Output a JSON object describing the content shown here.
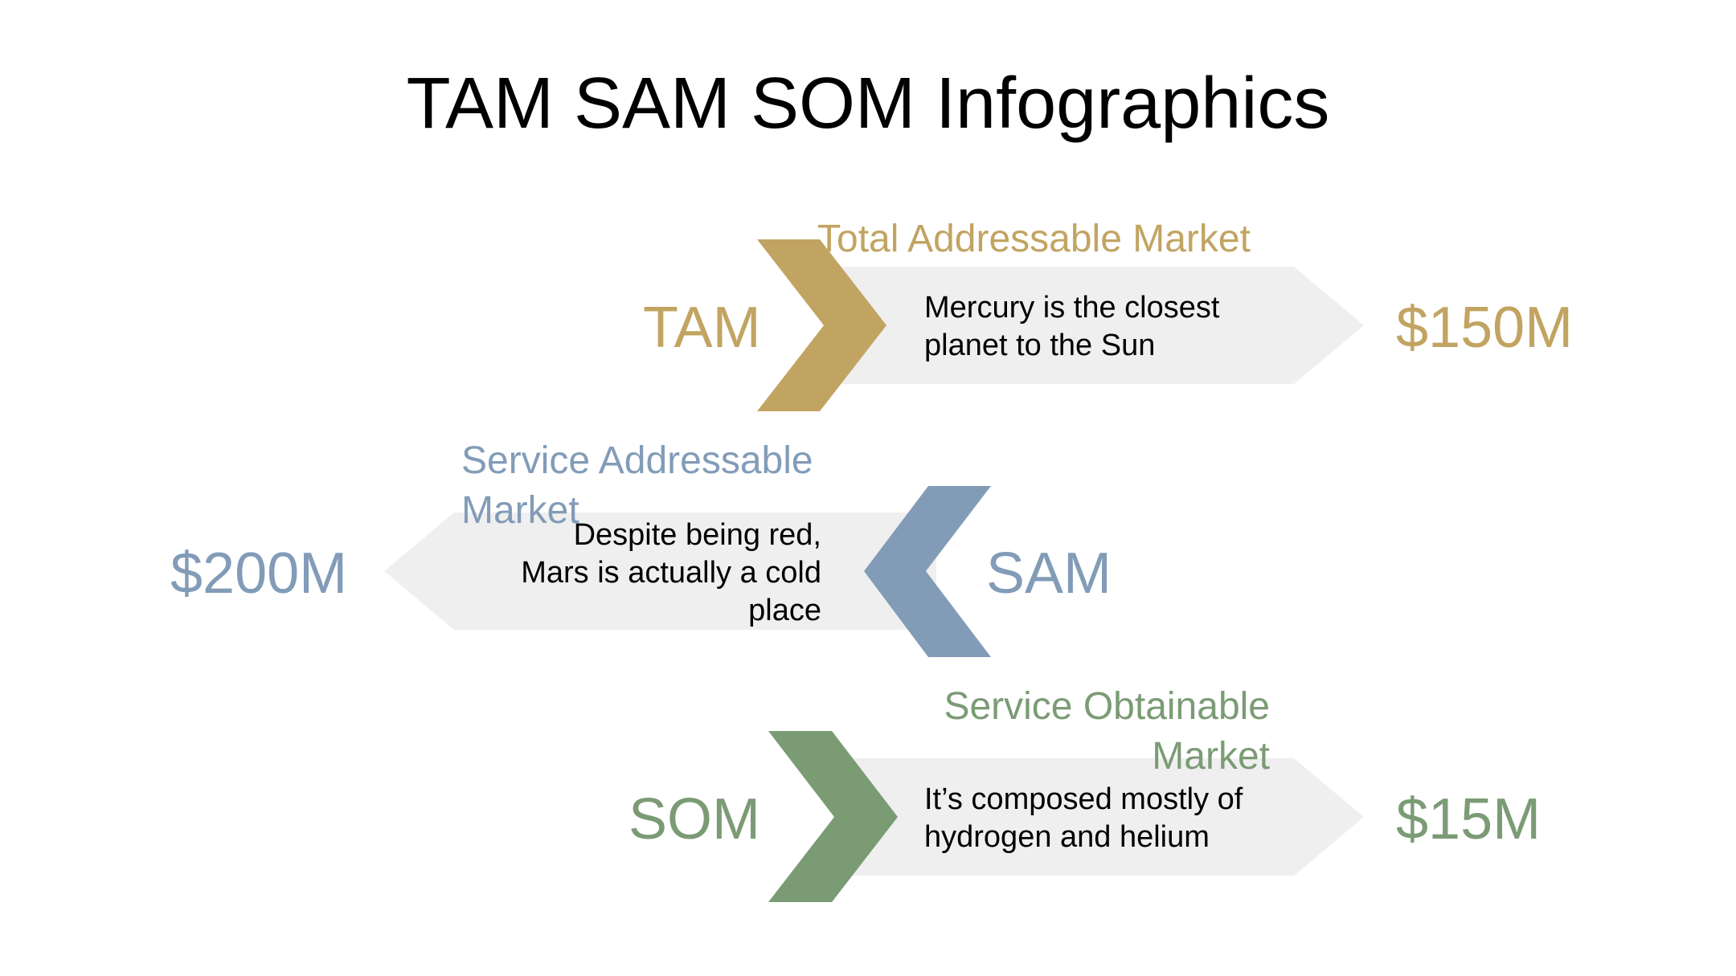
{
  "title": "TAM SAM SOM Infographics",
  "colors": {
    "tam": "#c2a462",
    "sam": "#829cb8",
    "som": "#7b9b75",
    "band": "#efefef"
  },
  "tam": {
    "category": "Total Addressable Market",
    "abbr": "TAM",
    "value": "$150M",
    "description_line1": "Mercury is the closest",
    "description_line2": "planet to the Sun"
  },
  "sam": {
    "category_line1": "Service Addressable",
    "category_line2": "Market",
    "abbr": "SAM",
    "value": "$200M",
    "description_line1": "Despite being red,",
    "description_line2": "Mars is actually a cold",
    "description_line3": "place"
  },
  "som": {
    "category_line1": "Service Obtainable",
    "category_line2": "Market",
    "abbr": "SOM",
    "value": "$15M",
    "description_line1": "It’s composed mostly of",
    "description_line2": "hydrogen and helium"
  }
}
